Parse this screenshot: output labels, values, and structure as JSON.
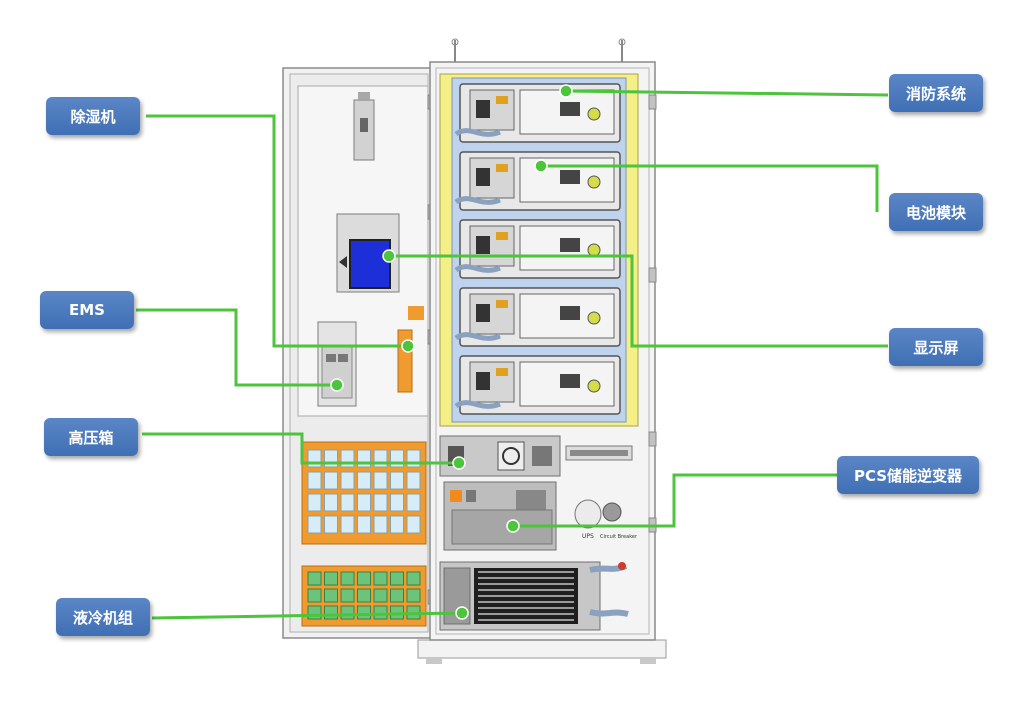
{
  "labels": {
    "dehumidifier": "除湿机",
    "ems": "EMS",
    "hv_box": "高压箱",
    "liquid_cooling": "液冷机组",
    "fire_system": "消防系统",
    "battery_module": "电池模块",
    "display": "显示屏",
    "pcs": "PCS储能逆变器"
  },
  "equipment_text": {
    "ups": "UPS",
    "small_label": "Circuit Breaker"
  },
  "colors": {
    "callout_bg": "#4a78bd",
    "leader_line": "#4cc43c",
    "screen": "#1c2fd9",
    "battery_frame": "#f4ef86",
    "battery_bg": "#bfd3ee",
    "orange": "#ef9b2f",
    "hv_cells": "#d6ecf6",
    "lc_cells": "#6cc47a"
  }
}
